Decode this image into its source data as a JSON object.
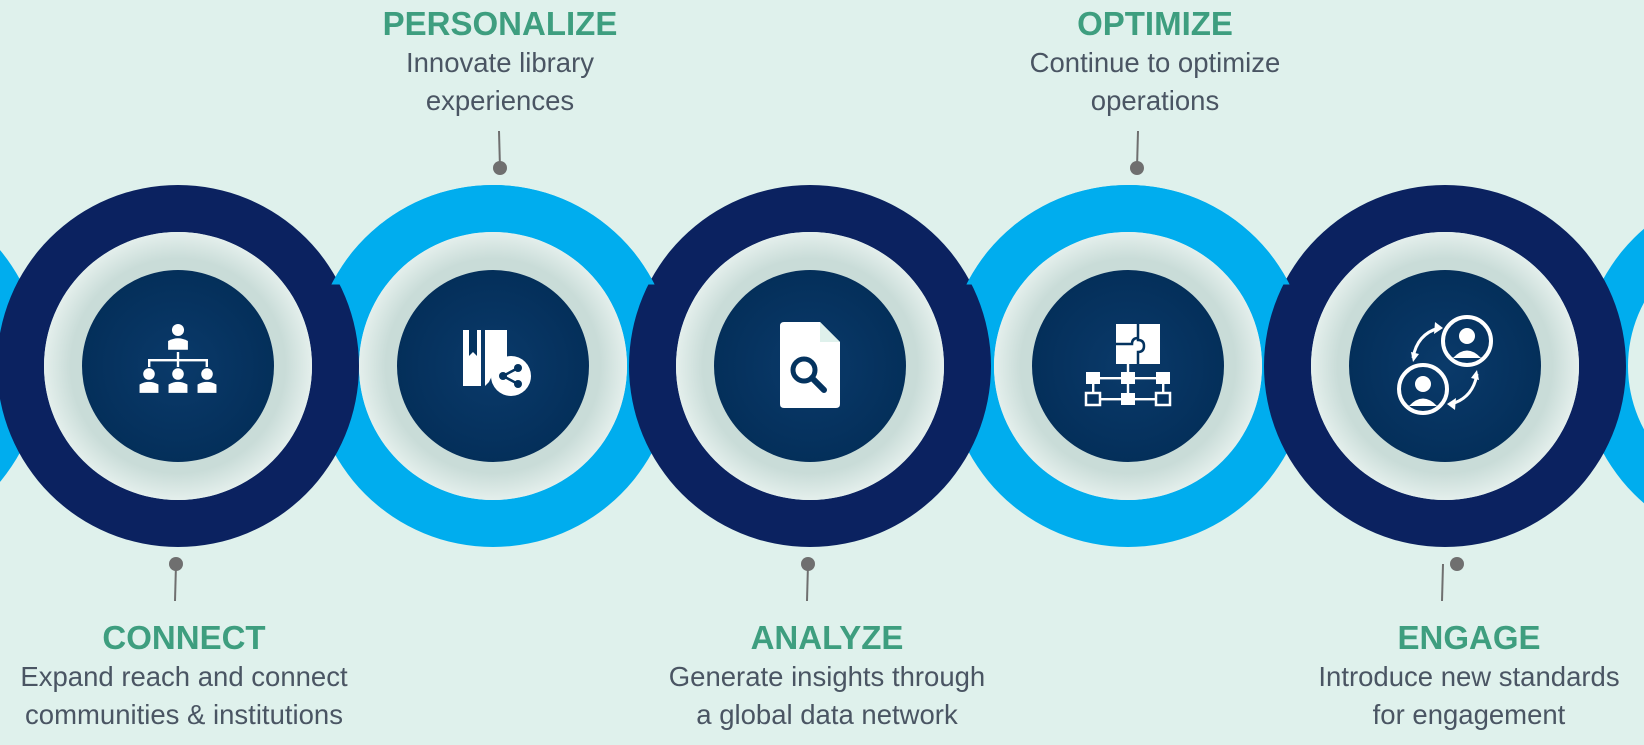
{
  "colors": {
    "background": "#dff1ec",
    "ring_dark": "#0b2260",
    "ring_light": "#00adee",
    "inner_ring": "#d4e6e2",
    "core": "#04335f",
    "title": "#3e9e7f",
    "description": "#4a5563",
    "pin": "#6f6f6f"
  },
  "steps": [
    {
      "title": "CONNECT",
      "description_line1": "Expand reach and connect",
      "description_line2": "communities & institutions",
      "icon": "org-chart-icon"
    },
    {
      "title": "PERSONALIZE",
      "description_line1": "Innovate library",
      "description_line2": "experiences",
      "icon": "book-share-icon"
    },
    {
      "title": "ANALYZE",
      "description_line1": "Generate insights through",
      "description_line2": "a global data network",
      "icon": "document-search-icon"
    },
    {
      "title": "OPTIMIZE",
      "description_line1": "Continue to optimize",
      "description_line2": "operations",
      "icon": "puzzle-network-icon"
    },
    {
      "title": "ENGAGE",
      "description_line1": "Introduce new standards",
      "description_line2": "for engagement",
      "icon": "user-exchange-icon"
    }
  ]
}
